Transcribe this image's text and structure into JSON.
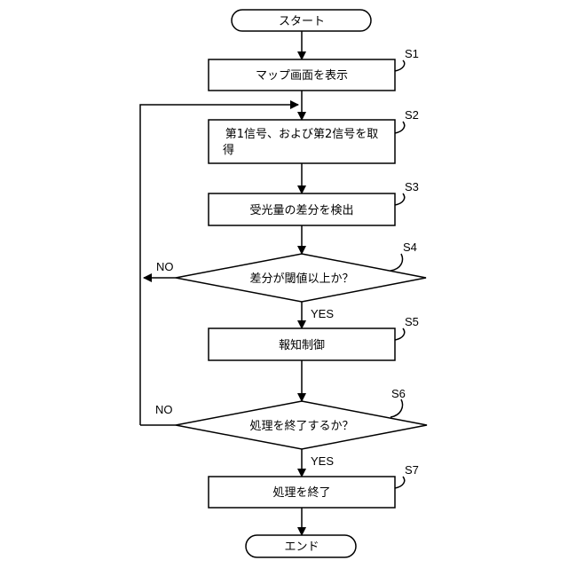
{
  "flowchart": {
    "start": "スタート",
    "end": "エンド",
    "s1": {
      "id": "S1",
      "text": "マップ画面を表示"
    },
    "s2": {
      "id": "S2",
      "line1": "第1信号、および第2信号を取",
      "line2": "得"
    },
    "s3": {
      "id": "S3",
      "text": "受光量の差分を検出"
    },
    "s4": {
      "id": "S4",
      "text": "差分が閾値以上か？",
      "yes": "YES",
      "no": "NO"
    },
    "s5": {
      "id": "S5",
      "text": "報知制御"
    },
    "s6": {
      "id": "S6",
      "text": "処理を終了するか？",
      "yes": "YES",
      "no": "NO"
    },
    "s7": {
      "id": "S7",
      "text": "処理を終了"
    }
  }
}
